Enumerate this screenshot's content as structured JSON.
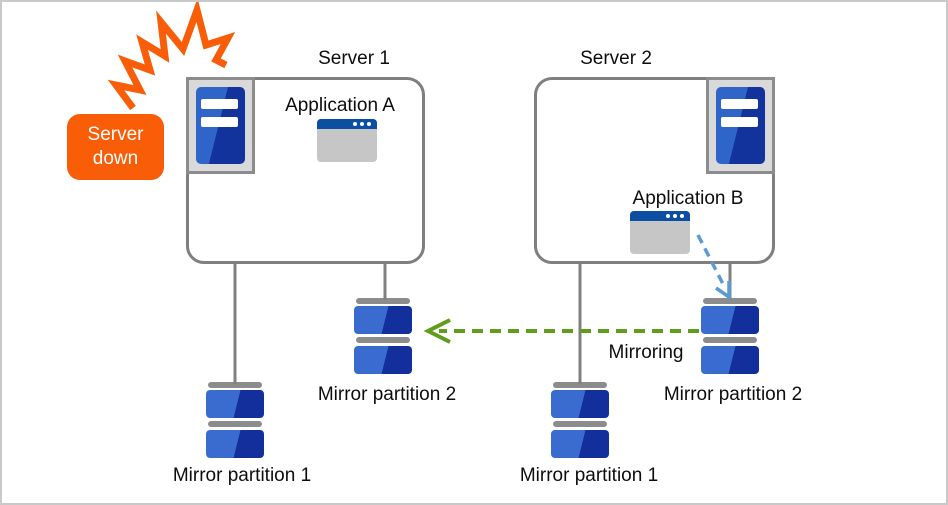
{
  "badge": {
    "line1": "Server",
    "line2": "down"
  },
  "servers": [
    {
      "name": "Server 1",
      "app_label": "Application A",
      "partitions": [
        "Mirror partition 1",
        "Mirror partition 2"
      ]
    },
    {
      "name": "Server 2",
      "app_label": "Application B",
      "partitions": [
        "Mirror partition 1",
        "Mirror partition 2"
      ]
    }
  ],
  "labels": {
    "mirroring": "Mirroring"
  },
  "colors": {
    "alert_orange": "#F95D07",
    "box_border_gray": "#7F7F7F",
    "connector_gray": "#808080",
    "icon_frame_fill": "#D9D9D9",
    "icon_frame_border": "#8C8C8C",
    "tower_blue_light": "#2F64C8",
    "tower_blue_dark": "#12339B",
    "disk_blue_light": "#3A6CCF",
    "disk_blue_dark": "#122F9B",
    "app_titlebar_blue": "#0B4EA2",
    "app_body_gray": "#C6C6C6",
    "mirroring_green": "#5F9E1C",
    "write_arrow_blue": "#5B9BD5",
    "text_black": "#0D0D0D"
  }
}
